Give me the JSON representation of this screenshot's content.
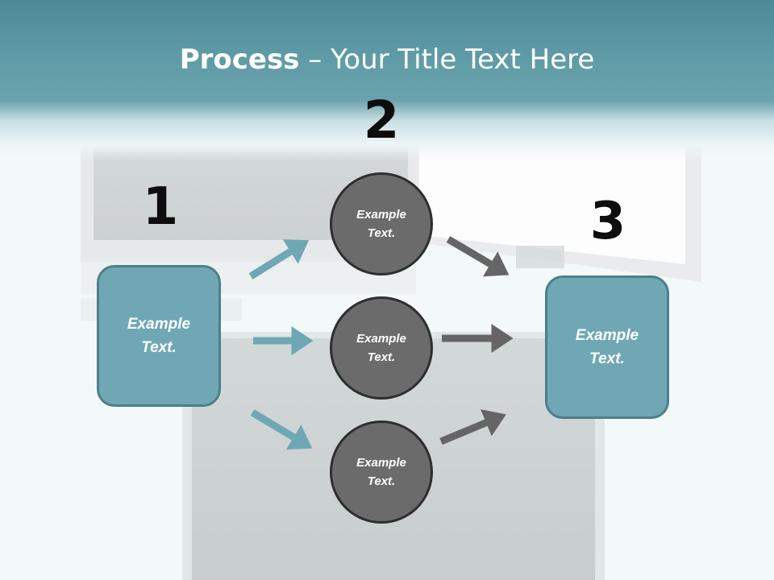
{
  "title": {
    "bold": "Process",
    "rest": " – Your Title Text Here"
  },
  "steps": {
    "one": "1",
    "two": "2",
    "three": "3"
  },
  "boxes": {
    "left": "Example Text.",
    "right": "Example Text."
  },
  "circles": {
    "top": "Example Text.",
    "middle": "Example Text.",
    "bottom": "Example Text."
  },
  "colors": {
    "header": "#5f9ba6",
    "box_fill": "#6fa8b4",
    "box_border": "#4d7f8a",
    "circle_fill": "#6b6b6b",
    "circle_border": "#2e2e2e",
    "arrow_teal": "#6fa8b4",
    "arrow_gray": "#656565"
  }
}
